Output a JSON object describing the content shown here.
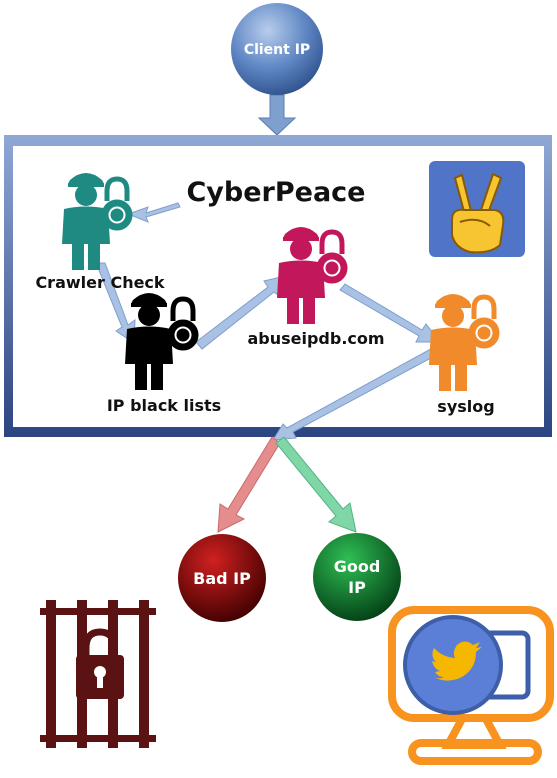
{
  "title": "CyberPeace",
  "nodes": {
    "client": "Client IP",
    "crawler": "Crawler Check",
    "blacklist": "IP black lists",
    "abuse": "abuseipdb.com",
    "syslog": "syslog",
    "bad_ip": "Bad IP",
    "good_ip_line1": "Good",
    "good_ip_line2": "IP"
  },
  "icons": {
    "peace": "peace-hand-icon",
    "jail": "jail-lock-icon",
    "twitter": "twitter-monitor-icon"
  },
  "colors": {
    "frame": "#3f5a9c",
    "arrow": "#9fb9de",
    "crawler_officer": "#1f8a82",
    "blacklist_officer": "#000000",
    "abuse_officer": "#c2185b",
    "syslog_officer": "#f08a2a",
    "bad_ip": "#8b0000",
    "good_ip": "#0a6b2a",
    "jail": "#5a1212",
    "monitor": "#f7931e",
    "twitter_blue": "#5b7fd6",
    "bird": "#f5b700"
  }
}
